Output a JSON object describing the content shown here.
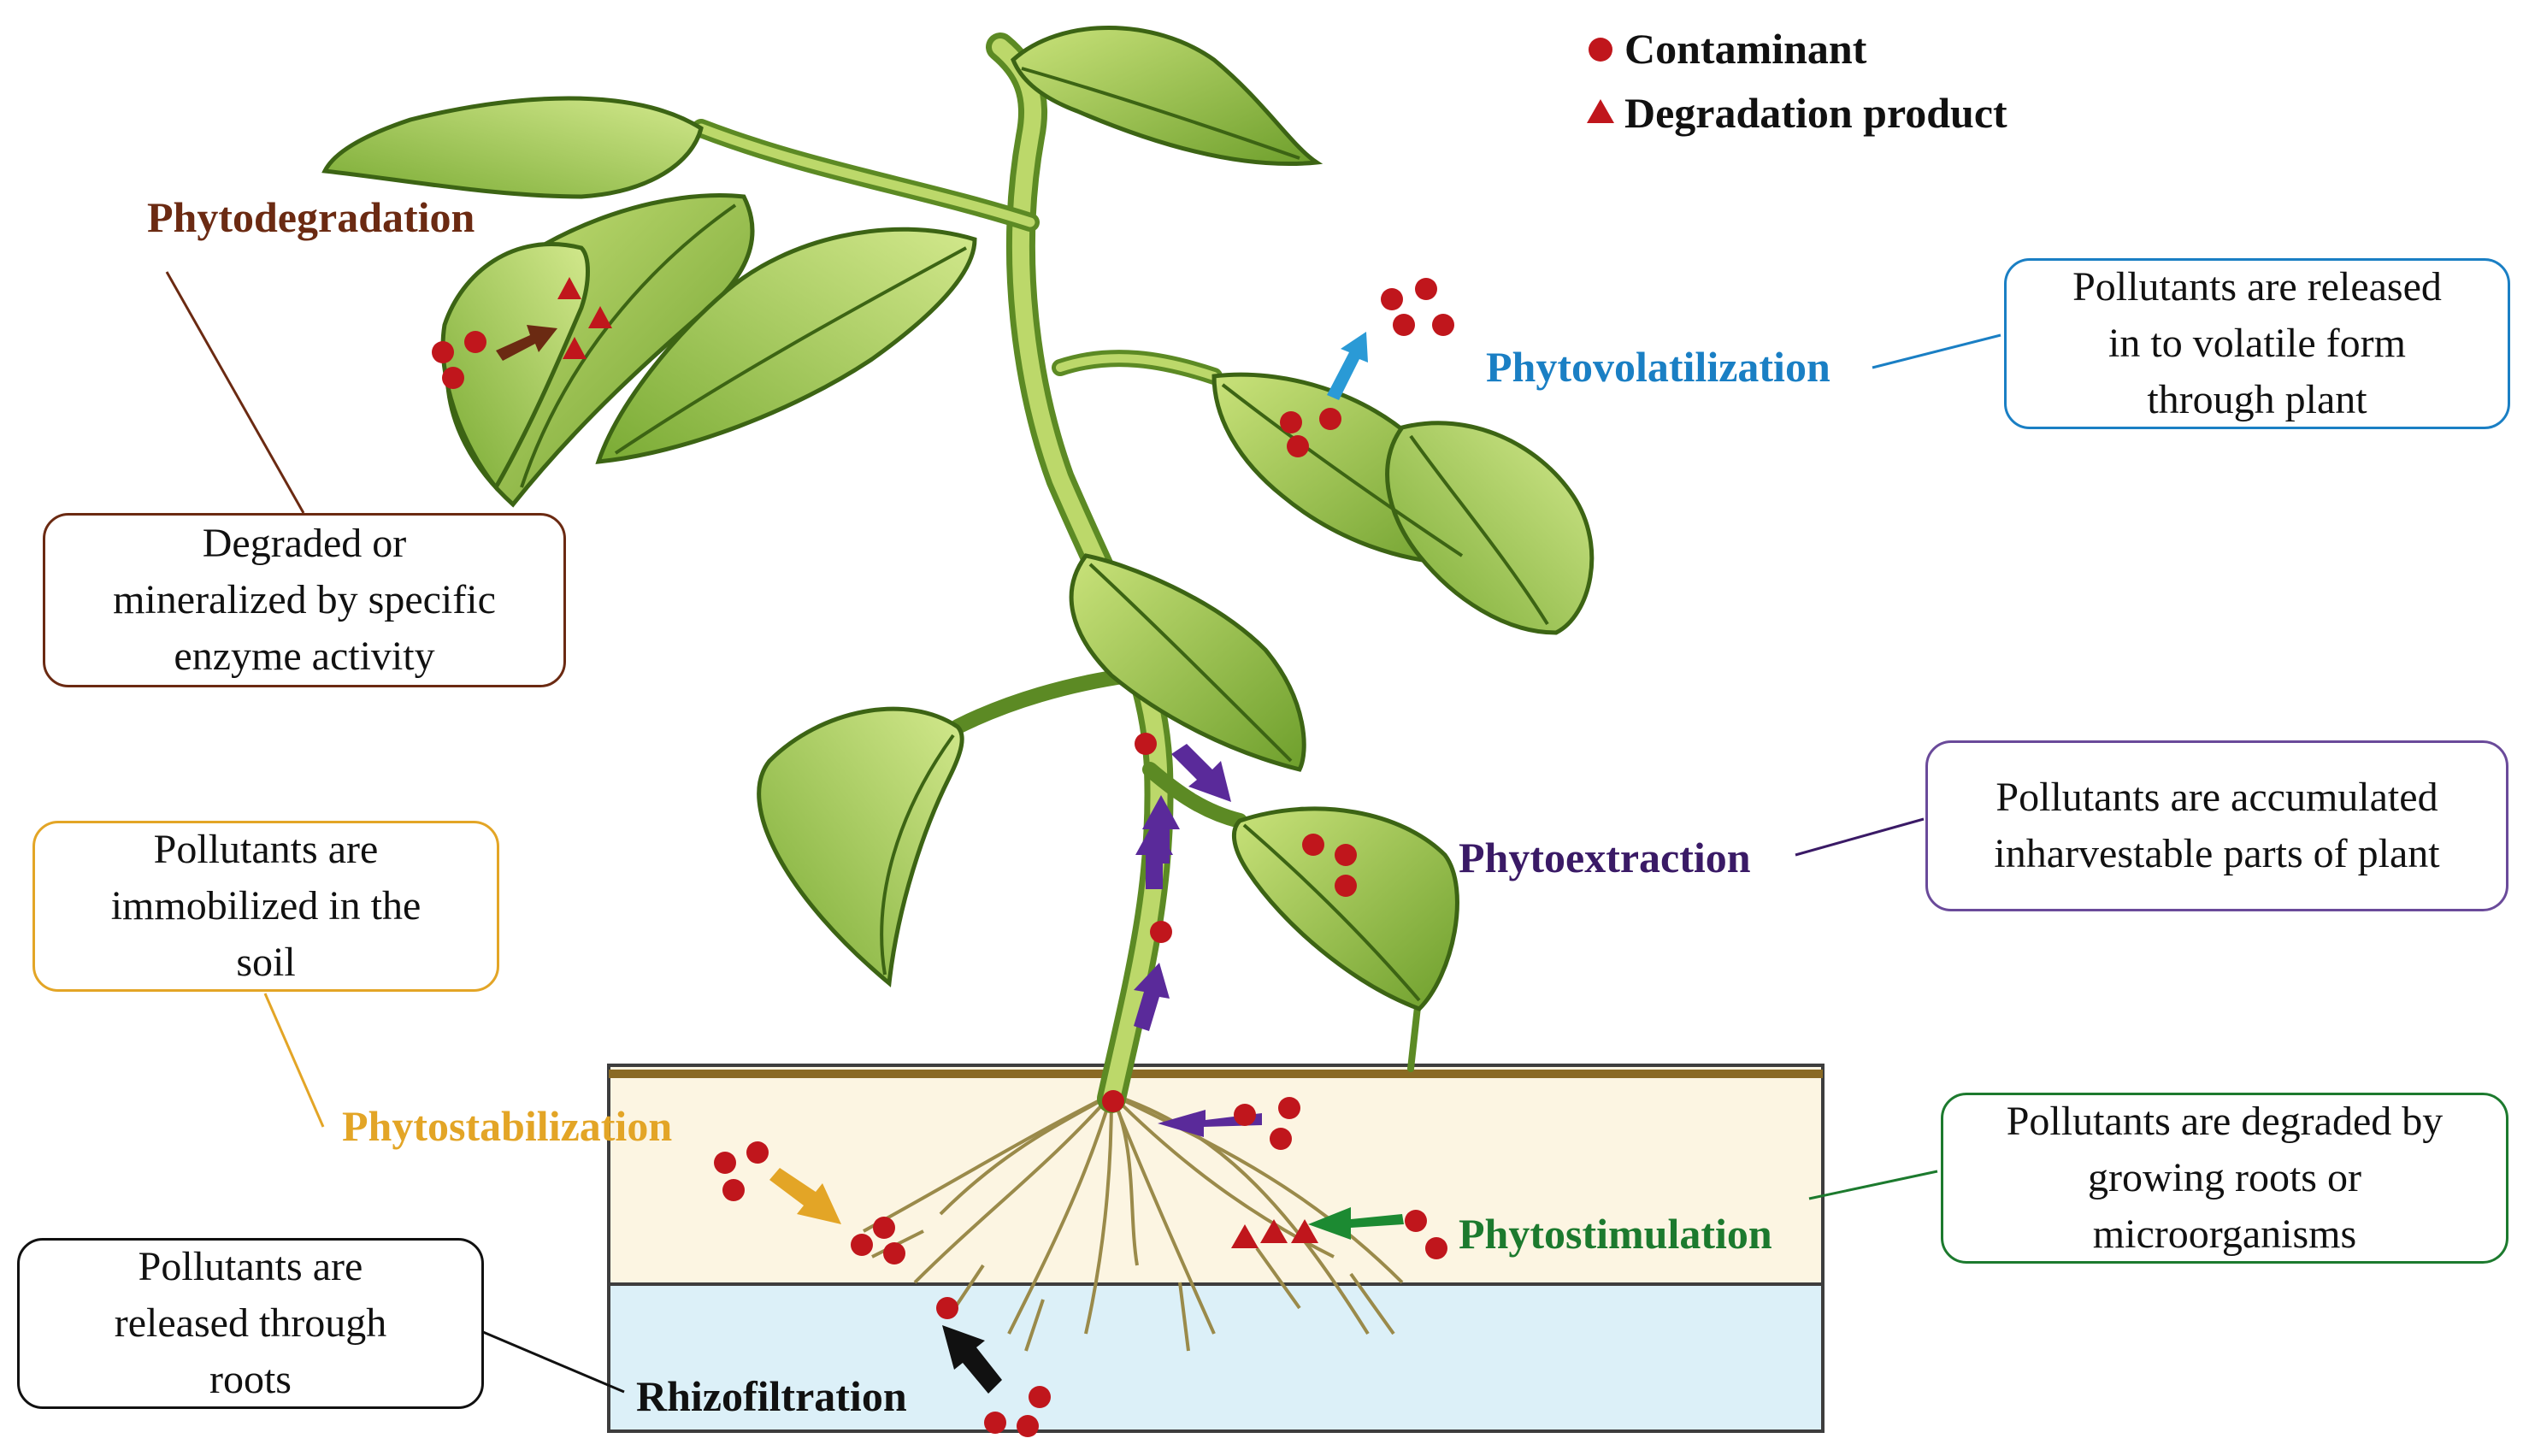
{
  "legend": {
    "contaminant": "Contaminant",
    "degradation_product": "Degradation product"
  },
  "processes": {
    "phytodegradation": "Phytodegradation",
    "phytovolatilization": "Phytovolatilization",
    "phytoextraction": "Phytoextraction",
    "phytostabilization": "Phytostabilization",
    "phytostimulation": "Phytostimulation",
    "rhizofiltration": "Rhizofiltration"
  },
  "descriptions": {
    "phytodegradation": "Degraded or\nmineralized by specific\nenzyme activity",
    "phytovolatilization": "Pollutants are released\nin to volatile form\nthrough plant",
    "phytoextraction": "Pollutants are accumulated\ninharvestable parts of plant",
    "phytostabilization": "Pollutants are\nimmobilized in the\nsoil",
    "phytostimulation": "Pollutants are degraded by\ngrowing roots or\nmicroorganisms",
    "rhizofiltration": "Pollutants are\nreleased through\nroots"
  },
  "colors": {
    "contaminant": "#c0161c",
    "phytodegradation": "#6b2a12",
    "phytovolatilization": "#1a7fc4",
    "phytoextraction": "#3a1a66",
    "phytostabilization": "#e3a526",
    "phytostimulation": "#1c7a2e",
    "rhizofiltration": "#111111",
    "soil": "#fcf5e2",
    "water": "#dcf0f8",
    "leaf": "#9cc64a",
    "leaf_dark": "#4e7a1c",
    "stem": "#7fa83a"
  }
}
